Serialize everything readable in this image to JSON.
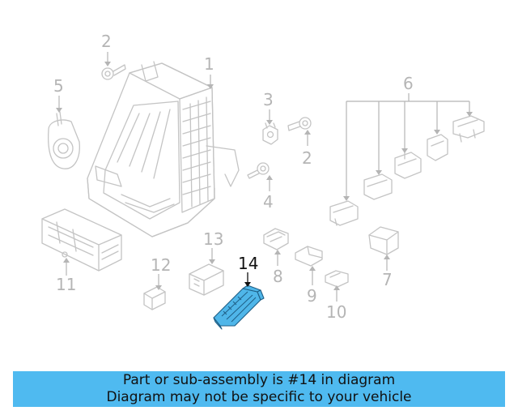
{
  "diagram": {
    "callouts": [
      "1",
      "2",
      "2",
      "3",
      "4",
      "5",
      "6",
      "7",
      "8",
      "9",
      "10",
      "11",
      "12",
      "13",
      "14"
    ],
    "highlighted_callout": "14",
    "highlight_color": "#4fb6e9",
    "part_line_color": "#c4c4c4"
  },
  "banner": {
    "line1": "Part or sub-assembly is #14 in diagram",
    "line2": "Diagram may not be specific to your vehicle",
    "background": "#4fbaf0"
  }
}
